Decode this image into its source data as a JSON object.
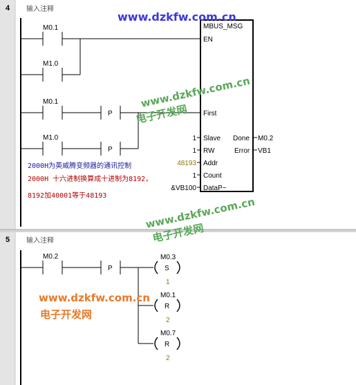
{
  "colors": {
    "watermark_blue": "#3a3adc",
    "watermark_green": "#5aa85a",
    "watermark_orange": "#e87a2a",
    "comment_blue": "#1a1a9a",
    "comment_red": "#b00000",
    "value_olive": "#8a7a00"
  },
  "networks": [
    {
      "number": "4",
      "comment_header": "输入注释",
      "contacts": {
        "m01_top": "M0.1",
        "m10_top": "M1.0",
        "m01_first": "M0.1",
        "m10_slave": "M1.0"
      },
      "pulse_label": "P",
      "block": {
        "title": "MBUS_MSG",
        "pins": {
          "en": "EN",
          "first": "First",
          "slave": "Slave",
          "rw": "RW",
          "addr": "Addr",
          "count": "Count",
          "datap": "DataP~",
          "done": "Done",
          "error": "Error"
        },
        "inputs": {
          "slave": "1",
          "rw": "1",
          "addr": "48193",
          "count": "1",
          "datap": "&VB100"
        },
        "outputs": {
          "done": "M0.2",
          "error": "VB1"
        }
      },
      "notes": [
        "2000H为英威腾变频器的通讯控制",
        "2000H 十六进制换算成十进制为8192，",
        "8192加40001等于48193"
      ]
    },
    {
      "number": "5",
      "comment_header": "输入注释",
      "contact": "M0.2",
      "pulse_label": "P",
      "coils": [
        {
          "address": "M0.3",
          "type": "S",
          "count": "1"
        },
        {
          "address": "M0.1",
          "type": "R",
          "count": "2"
        },
        {
          "address": "M0.7",
          "type": "R",
          "count": "2"
        }
      ]
    }
  ],
  "watermarks": {
    "url": "www.dzkfw.com.cn",
    "name": "电子开发网"
  }
}
